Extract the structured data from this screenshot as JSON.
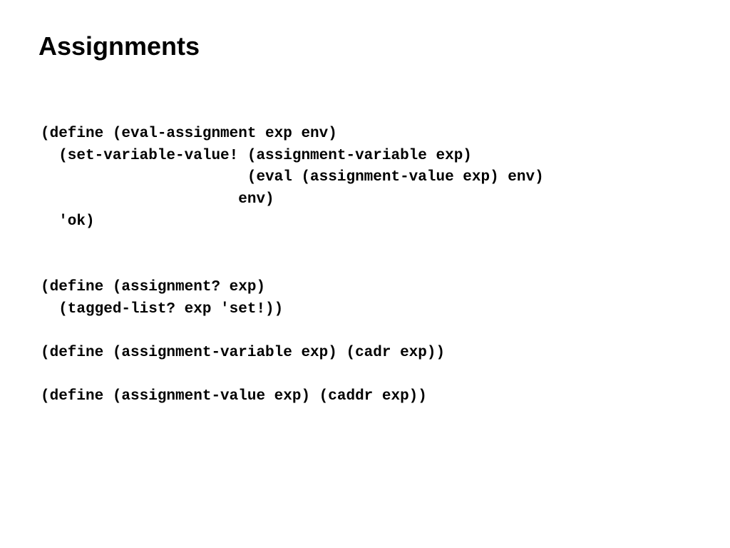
{
  "slide": {
    "title": "Assignments"
  },
  "code_blocks": [
    {
      "lines": [
        "(define (eval-assignment exp env)",
        "  (set-variable-value! (assignment-variable exp)",
        "                       (eval (assignment-value exp) env)",
        "                      env)",
        "  'ok)"
      ]
    },
    {
      "lines": [
        "(define (assignment? exp)",
        "  (tagged-list? exp 'set!))"
      ]
    },
    {
      "lines": [
        "(define (assignment-variable exp) (cadr exp))"
      ]
    },
    {
      "lines": [
        "(define (assignment-value exp) (caddr exp))"
      ]
    }
  ]
}
